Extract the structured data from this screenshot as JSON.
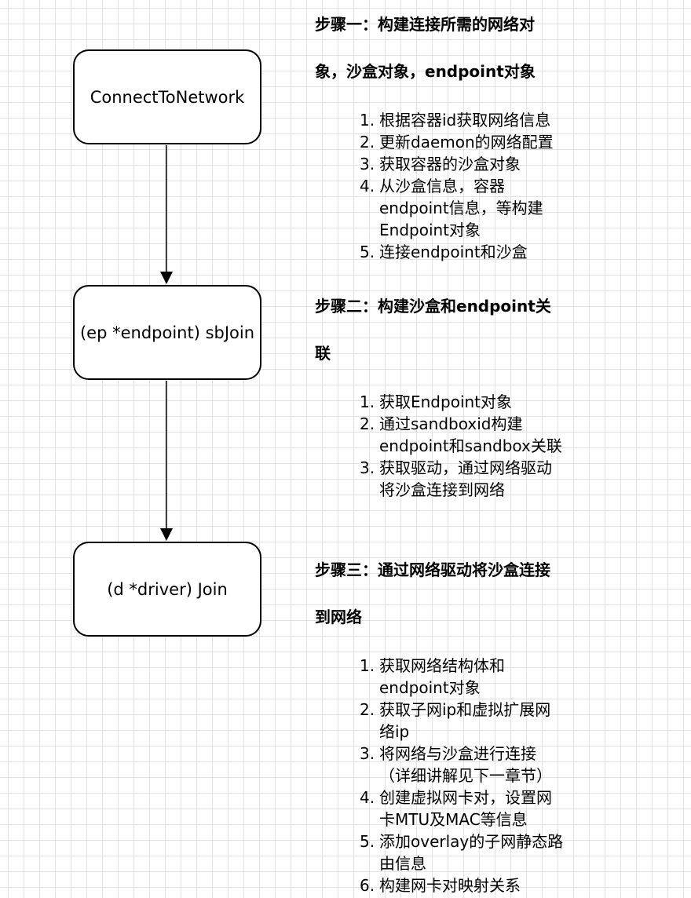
{
  "nodes": {
    "connect_to_network": "ConnectToNetwork",
    "sb_join": "(ep *endpoint) sbJoin",
    "driver_join": "(d *driver) Join"
  },
  "step1": {
    "heading_line1": "步骤一：构建连接所需的网络对",
    "heading_line2": "象，沙盒对象，endpoint对象",
    "items": [
      {
        "num": "1.",
        "text": "根据容器id获取网络信息"
      },
      {
        "num": "2.",
        "text": "更新daemon的网络配置"
      },
      {
        "num": "3.",
        "text": "获取容器的沙盒对象"
      },
      {
        "num": "4.",
        "line1": "从沙盒信息，容器",
        "line2": "endpoint信息，等构建",
        "line3": "Endpoint对象"
      },
      {
        "num": "5.",
        "text": "连接endpoint和沙盒"
      }
    ]
  },
  "step2": {
    "heading_line1": "步骤二：构建沙盒和endpoint关",
    "heading_line2": "联",
    "items": [
      {
        "num": "1.",
        "text": "获取Endpoint对象"
      },
      {
        "num": "2.",
        "line1": "通过sandboxid构建",
        "line2": "endpoint和sandbox关联"
      },
      {
        "num": "3.",
        "line1": "获取驱动，通过网络驱动",
        "line2": "将沙盒连接到网络"
      }
    ]
  },
  "step3": {
    "heading_line1": "步骤三：通过网络驱动将沙盒连接",
    "heading_line2": "到网络",
    "items": [
      {
        "num": "1.",
        "line1": "获取网络结构体和",
        "line2": "endpoint对象"
      },
      {
        "num": "2.",
        "line1": "获取子网ip和虚拟扩展网",
        "line2": "络ip"
      },
      {
        "num": "3.",
        "line1": "将网络与沙盒进行连接",
        "line2": "（详细讲解见下一章节）"
      },
      {
        "num": "4.",
        "line1": "创建虚拟网卡对，设置网",
        "line2": "卡MTU及MAC等信息"
      },
      {
        "num": "5.",
        "line1": "添加overlay的子网静态路",
        "line2": "由信息"
      },
      {
        "num": "6.",
        "text": "构建网卡对映射关系"
      }
    ]
  }
}
